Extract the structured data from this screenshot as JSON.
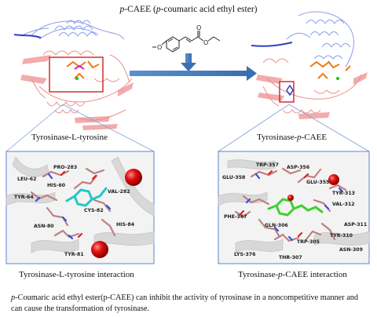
{
  "title": "p-CAEE (p-coumaric acid ethyl ester)",
  "title_parts": {
    "prefix": "p",
    "rest": "-CAEE (",
    "prefix2": "p",
    "rest2": "-coumaric acid ethyl ester)"
  },
  "labels": {
    "left_complex": "Tyrosinase-L-tyrosine",
    "right_complex_a": "Tyrosinase-",
    "right_complex_b": "p",
    "right_complex_c": "-CAEE",
    "left_interaction": "Tyrosinase-L-tyrosine interaction",
    "right_interaction_a": "Tyrosinase-",
    "right_interaction_b": "p",
    "right_interaction_c": "-CAEE interaction"
  },
  "caption": {
    "italic_prefix": "p",
    "text": "-Coumaric acid ethyl ester(p-CAEE) can inhibit the activity of tyrosinase in a noncompetitive manner and can cause the transformation of tyrosinase."
  },
  "left_residues": [
    "PRO-283",
    "LEU-62",
    "HIS-60",
    "TYR-64",
    "CYS-82",
    "VAL-282",
    "ASN-80",
    "HIS-84",
    "TYR-81"
  ],
  "right_residues": [
    "TRP-357",
    "ASP-356",
    "GLU-358",
    "GLU-355",
    "TYR-313",
    "VAL-312",
    "PHE-367",
    "GLN-306",
    "ASP-311",
    "TYR-310",
    "TRP-305",
    "ASN-309",
    "LYS-376",
    "THR-307"
  ],
  "colors": {
    "protein_blue": "#3a4fd0",
    "protein_red": "#e05555",
    "ligand_cyan": "#20c8c8",
    "ligand_green": "#40d030",
    "ligand_orange": "#f07a10",
    "arrow_blue": "#4a7fc0",
    "highlight_box": "#d02020",
    "inset_border": "#5c84c8"
  }
}
